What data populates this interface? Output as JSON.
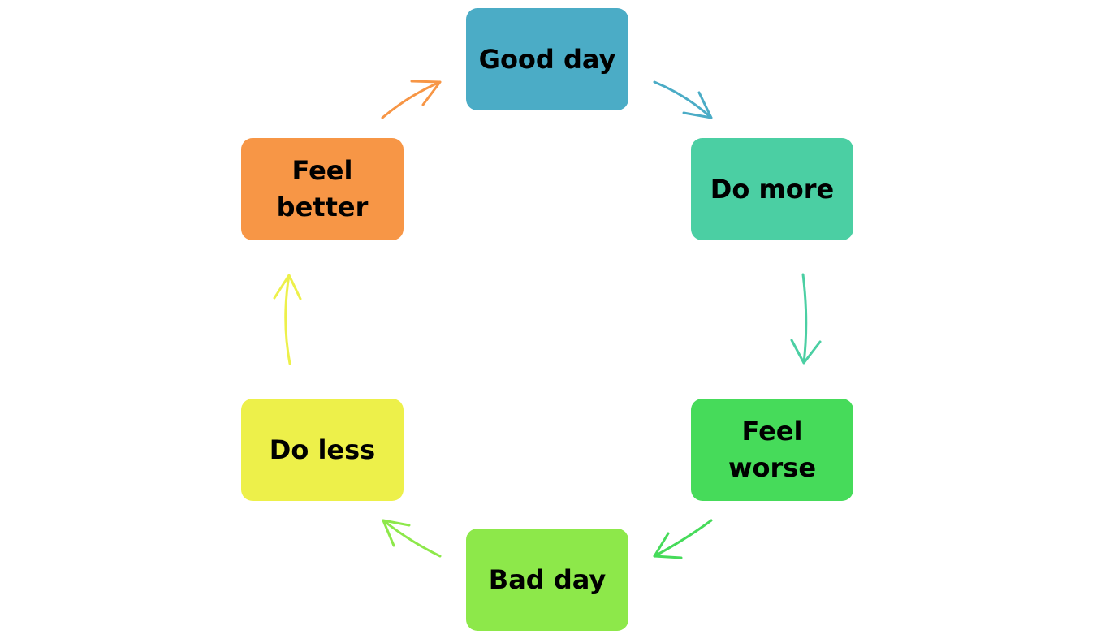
{
  "diagram": {
    "nodes": [
      {
        "id": "good-day",
        "label": "Good day",
        "color": "#4BACC6"
      },
      {
        "id": "do-more",
        "label": "Do more",
        "color": "#4BCFA3"
      },
      {
        "id": "feel-worse",
        "label": "Feel\nworse",
        "color": "#46DB5A"
      },
      {
        "id": "bad-day",
        "label": "Bad day",
        "color": "#8DE84A"
      },
      {
        "id": "do-less",
        "label": "Do less",
        "color": "#EDF04A"
      },
      {
        "id": "feel-better",
        "label": "Feel\nbetter",
        "color": "#F79646"
      }
    ],
    "arrows": [
      {
        "from": "good-day",
        "to": "do-more",
        "color": "#4BACC6"
      },
      {
        "from": "do-more",
        "to": "feel-worse",
        "color": "#4BCFA3"
      },
      {
        "from": "feel-worse",
        "to": "bad-day",
        "color": "#46DB5A"
      },
      {
        "from": "bad-day",
        "to": "do-less",
        "color": "#8DE84A"
      },
      {
        "from": "do-less",
        "to": "feel-better",
        "color": "#EDF04A"
      },
      {
        "from": "feel-better",
        "to": "good-day",
        "color": "#F79646"
      }
    ]
  }
}
